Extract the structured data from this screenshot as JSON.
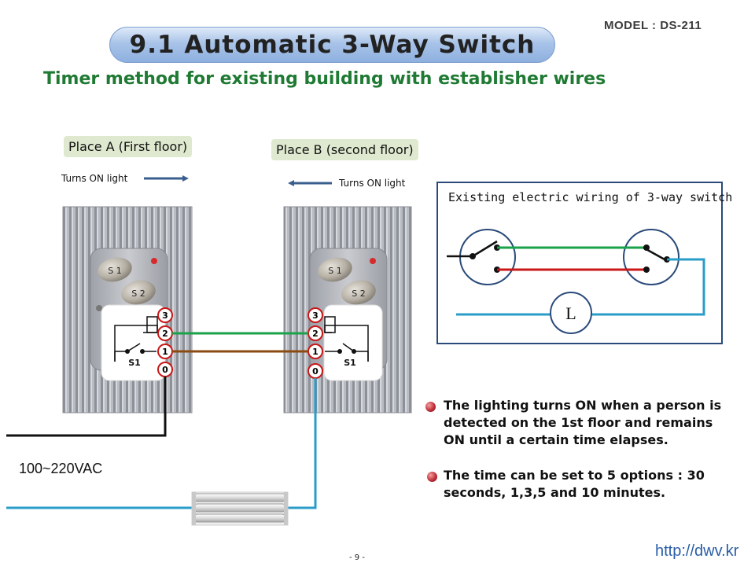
{
  "model": "MODEL :  DS-211",
  "title": "9.1  Automatic  3-Way Switch",
  "subtitle": "Timer method for existing building with establisher wires",
  "place_a": "Place A (First floor)",
  "place_b": "Place B (second floor)",
  "turns_on_a": "Turns ON light",
  "turns_on_b": "Turns ON light",
  "switch_a": {
    "btn1": "S 1",
    "btn2": "S 2",
    "relay_label": "S1",
    "terminals": [
      "3",
      "2",
      "1",
      "0"
    ]
  },
  "switch_b": {
    "btn1": "S 1",
    "btn2": "S 2",
    "relay_label": "S1",
    "terminals": [
      "3",
      "2",
      "1",
      "0"
    ]
  },
  "voltage": "100~220VAC",
  "inset": {
    "title": "Existing electric wiring of 3-way switch",
    "lamp": "L"
  },
  "bullets": [
    "The lighting turns ON when a person is detected on the 1st floor and remains ON until a certain time elapses.",
    "The time can be set to 5 options : 30 seconds, 1,3,5 and 10 minutes."
  ],
  "page_number": "- 9 -",
  "url": "http://dwv.kr",
  "colors": {
    "green_wire": "#1aa24a",
    "brown_wire": "#8a4a10",
    "blue_wire": "#2a9cc8",
    "red_wire": "#c81818",
    "title_green": "#1f7a33"
  }
}
